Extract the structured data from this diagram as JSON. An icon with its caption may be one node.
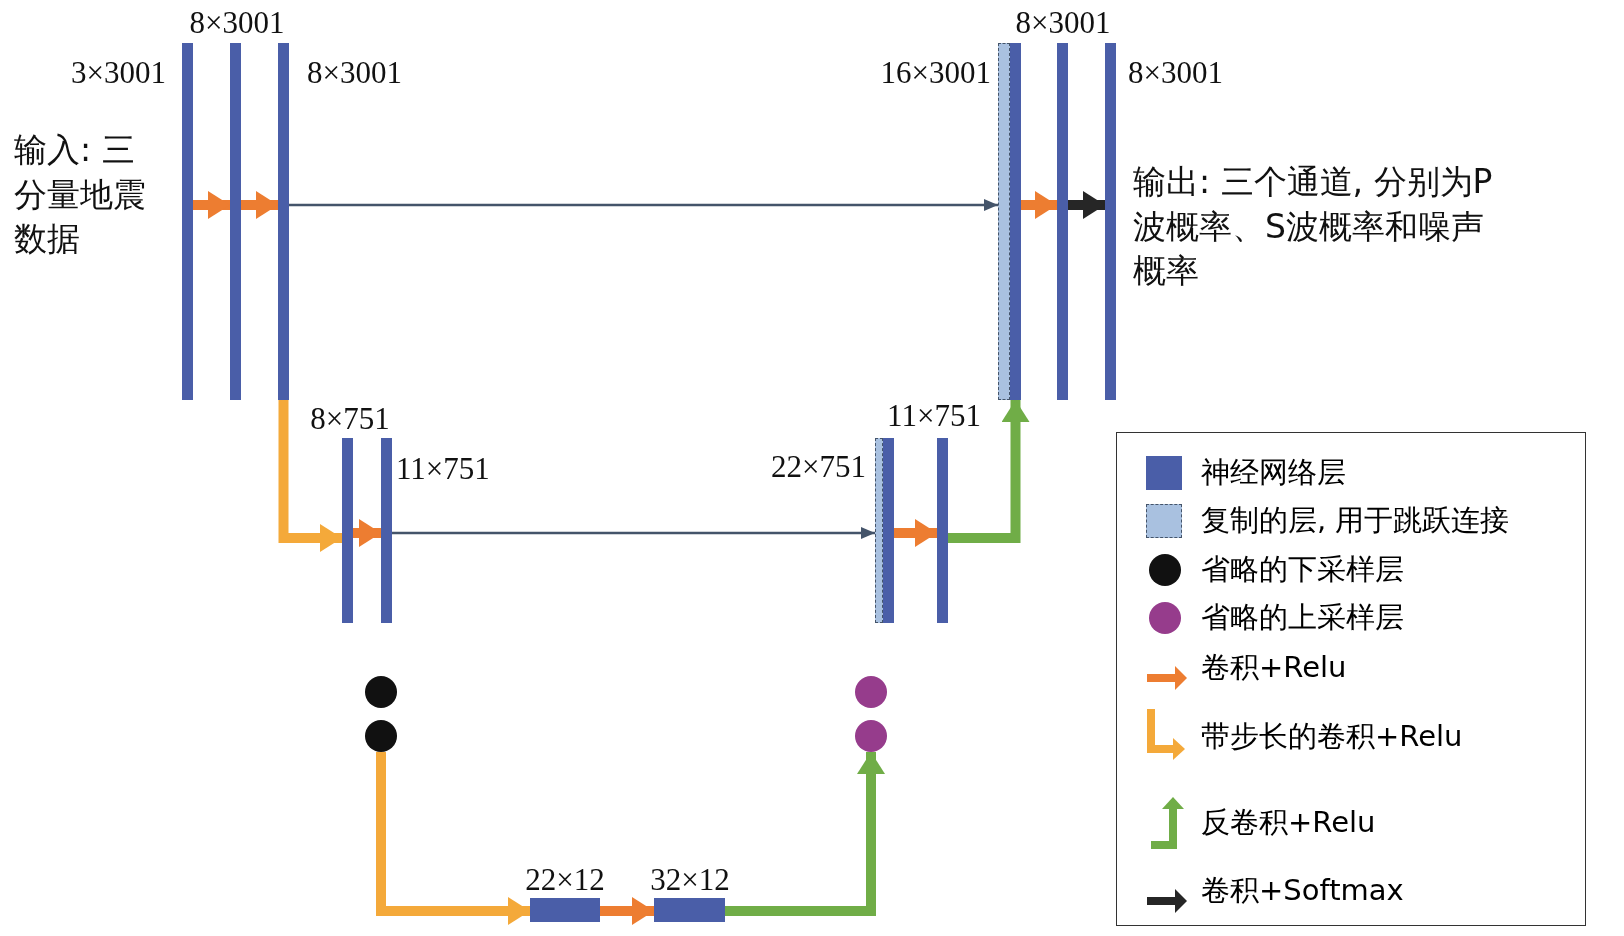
{
  "diagram": {
    "nodes": [
      {
        "text": [],
        "shape": "bar",
        "beside": [
          "3×3001"
        ]
      },
      {
        "text": [],
        "shape": "bar",
        "beside": [
          "8×3001"
        ]
      },
      {
        "text": [],
        "shape": "bar",
        "beside": [
          "8×3001"
        ]
      },
      {
        "text": [],
        "shape": "bar",
        "beside": [
          "16×3001"
        ]
      },
      {
        "text": [],
        "shape": "bar"
      },
      {
        "text": [],
        "shape": "bar",
        "beside": [
          "8×3001"
        ]
      },
      {
        "text": [],
        "shape": "bar",
        "beside": [
          "8×3001"
        ]
      },
      {
        "text": [],
        "shape": "bar",
        "beside": [
          "8×751"
        ]
      },
      {
        "text": [],
        "shape": "bar",
        "beside": [
          "11×751"
        ]
      },
      {
        "text": [],
        "shape": "bar",
        "beside": [
          "22×751"
        ]
      },
      {
        "text": [],
        "shape": "bar"
      },
      {
        "text": [],
        "shape": "bar",
        "beside": [
          "11×751"
        ]
      },
      {
        "text": [],
        "shape": "circle"
      },
      {
        "text": [],
        "shape": "circle"
      },
      {
        "text": [],
        "shape": "circle"
      },
      {
        "text": [],
        "shape": "circle"
      },
      {
        "text": [],
        "shape": "bar",
        "beside": [
          "22×12"
        ]
      },
      {
        "text": [],
        "shape": "bar",
        "beside": [
          "32×12"
        ]
      }
    ],
    "edges": [
      {
        "from": 0,
        "to": 1,
        "arrow": "to"
      },
      {
        "from": 1,
        "to": 2,
        "arrow": "to"
      },
      {
        "from": 2,
        "to": 3,
        "arrow": "to",
        "color": "#44546a"
      },
      {
        "from": 4,
        "to": 5,
        "arrow": "to"
      },
      {
        "from": 5,
        "to": 6,
        "arrow": "to",
        "color": "#262626"
      },
      {
        "from": 2,
        "to": 7,
        "arrow": "to",
        "color": "#f4a93a"
      },
      {
        "from": 7,
        "to": 8,
        "arrow": "to"
      },
      {
        "from": 8,
        "to": 9,
        "arrow": "to",
        "color": "#44546a"
      },
      {
        "from": 10,
        "to": 11,
        "arrow": "to"
      },
      {
        "from": 11,
        "to": 4,
        "arrow": "to",
        "color": "#70ad47"
      },
      {
        "from": 13,
        "to": 16,
        "arrow": "to",
        "color": "#f4a93a"
      },
      {
        "from": 16,
        "to": 17,
        "arrow": "to"
      },
      {
        "from": 17,
        "to": 15,
        "arrow": "to",
        "color": "#70ad47"
      }
    ],
    "labels": [
      "输入: 三分量地震数据",
      "输出: 三个通道, 分别为P波概率、S波概率和噪声概率"
    ],
    "legend": [
      {
        "text": "神经网络层",
        "color": "#4a5ea8"
      },
      {
        "text": "复制的层, 用于跳跃连接",
        "color": "#a9c1e0"
      },
      {
        "text": "省略的下采样层",
        "color": "#111111"
      },
      {
        "text": "省略的上采样层",
        "color": "#963c8c"
      },
      {
        "text": "卷积+Relu"
      },
      {
        "text": "带步长的卷积+Relu"
      },
      {
        "text": "反卷积+Relu"
      },
      {
        "text": "卷积+Softmax"
      }
    ]
  }
}
